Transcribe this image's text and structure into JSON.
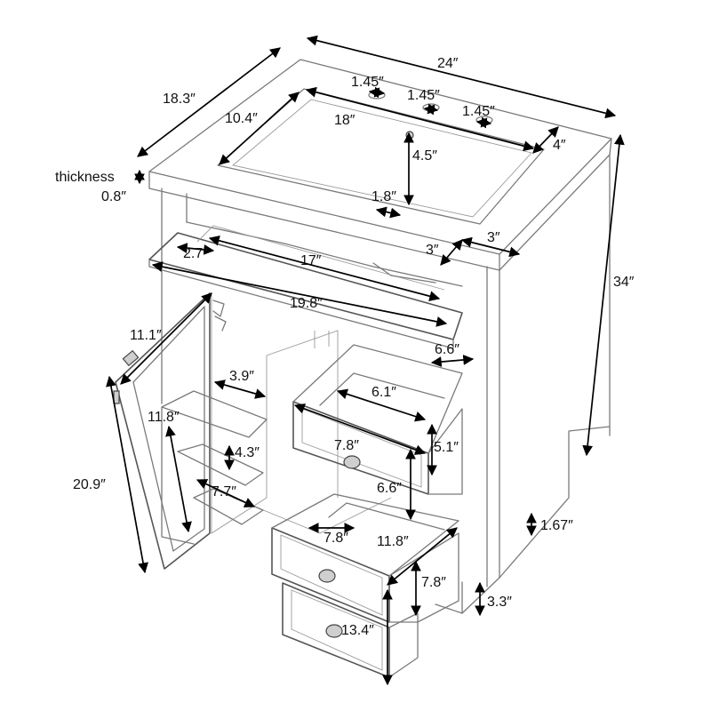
{
  "dimensions": {
    "width": "24″",
    "depth": "18.3″",
    "height": "34″",
    "thickness_label": "thickness",
    "thickness_value": "0.8″",
    "faucet_hole_1": "1.45″",
    "faucet_hole_2": "1.45″",
    "faucet_hole_3": "1.45″",
    "basin_depth": "10.4″",
    "basin_width": "18″",
    "back_edge": "4″",
    "basin_to_edge": "4.5″",
    "drain": "1.8″",
    "side_margin_a": "3″",
    "side_margin_b": "3″",
    "tray_depth": "2.7″",
    "tray_inner_width": "17″",
    "tray_outer_width": "19.8″",
    "tray_height": "6.6″",
    "door_width": "11.1″",
    "shelf_depth": "3.9″",
    "door_shelf_height": "11.8″",
    "shelf_gap": "4.3″",
    "shelf_width": "7.7″",
    "door_height": "20.9″",
    "drawer1_inner": "6.1″",
    "drawer1_front": "7.8″",
    "drawer1_side": "5.1″",
    "drawer1_height": "6.6″",
    "toe_kick": "1.67″",
    "drawer2_front": "7.8″",
    "drawer2_depth": "11.8″",
    "drawer2_side": "7.8″",
    "base_height": "3.3″",
    "drawer_stack_height": "13.4″"
  }
}
